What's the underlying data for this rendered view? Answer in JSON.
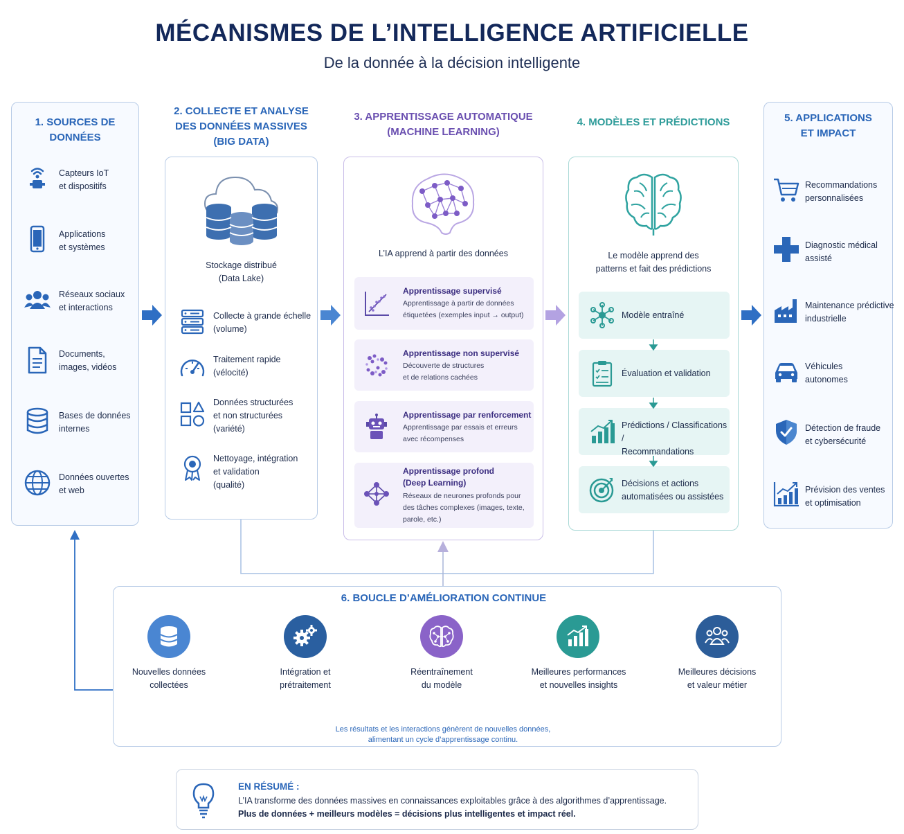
{
  "header": {
    "title": "MÉCANISMES DE L’INTELLIGENCE ARTIFICIELLE",
    "subtitle": "De la donnée à la décision intelligente"
  },
  "colors": {
    "navy": "#13285a",
    "blue": "#2a66b8",
    "purple": "#6a4fb0",
    "teal": "#2f9c9a"
  },
  "sources": {
    "title": "1. SOURCES DE DONNÉES",
    "items": [
      {
        "icon": "iot-sensor-icon",
        "line1": "Capteurs IoT",
        "line2": "et dispositifs"
      },
      {
        "icon": "smartphone-icon",
        "line1": "Applications",
        "line2": "et systèmes"
      },
      {
        "icon": "people-icon",
        "line1": "Réseaux sociaux",
        "line2": "et interactions"
      },
      {
        "icon": "document-icon",
        "line1": "Documents,",
        "line2": "images, vidéos"
      },
      {
        "icon": "database-icon",
        "line1": "Bases de données",
        "line2": "internes"
      },
      {
        "icon": "globe-icon",
        "line1": "Données ouvertes",
        "line2": "et web"
      }
    ]
  },
  "bigdata": {
    "title_l1": "2. COLLECTE ET ANALYSE",
    "title_l2": "DES DONNÉES MASSIVES",
    "title_l3": "(BIG DATA)",
    "storage_l1": "Stockage distribué",
    "storage_l2": "(Data Lake)",
    "items": [
      {
        "icon": "server-icon",
        "line1": "Collecte à grande échelle",
        "line2": "(volume)",
        "line3": ""
      },
      {
        "icon": "speedometer-icon",
        "line1": "Traitement rapide",
        "line2": "(vélocité)",
        "line3": ""
      },
      {
        "icon": "shapes-icon",
        "line1": "Données structurées",
        "line2": "et non structurées",
        "line3": "(variété)"
      },
      {
        "icon": "quality-badge-icon",
        "line1": "Nettoyage, intégration",
        "line2": "et validation",
        "line3": "(qualité)"
      }
    ]
  },
  "ml": {
    "title_l1": "3. APPRENTISSAGE AUTOMATIQUE",
    "title_l2": "(MACHINE LEARNING)",
    "caption": "L’IA apprend à partir des données",
    "cards": [
      {
        "icon": "scatter-plot-icon",
        "title1": "Apprentissage supervisé",
        "title2": "",
        "desc1": "Apprentissage à partir de données",
        "desc2": "étiquetées (exemples input → output)",
        "desc3": ""
      },
      {
        "icon": "clusters-icon",
        "title1": "Apprentissage non supervisé",
        "title2": "",
        "desc1": "Découverte de structures",
        "desc2": "et de relations cachées",
        "desc3": ""
      },
      {
        "icon": "robot-icon",
        "title1": "Apprentissage par renforcement",
        "title2": "",
        "desc1": "Apprentissage par essais et erreurs",
        "desc2": "avec récompenses",
        "desc3": ""
      },
      {
        "icon": "neural-network-icon",
        "title1": "Apprentissage profond",
        "title2": "(Deep Learning)",
        "desc1": "Réseaux de neurones profonds pour",
        "desc2": "des tâches complexes (images, texte,",
        "desc3": "parole, etc.)"
      }
    ]
  },
  "models": {
    "title": "4. MODÈLES ET PRÉDICTIONS",
    "caption_l1": "Le modèle apprend des",
    "caption_l2": "patterns et fait des prédictions",
    "cards": [
      {
        "icon": "network-node-icon",
        "line1": "Modèle entraîné",
        "line2": ""
      },
      {
        "icon": "clipboard-check-icon",
        "line1": "Évaluation et validation",
        "line2": ""
      },
      {
        "icon": "bar-chart-icon",
        "line1": "Prédictions / Classifications /",
        "line2": "Recommandations"
      },
      {
        "icon": "target-icon",
        "line1": "Décisions et actions",
        "line2": "automatisées ou assistées"
      }
    ]
  },
  "apps": {
    "title_l1": "5. APPLICATIONS",
    "title_l2": "ET IMPACT",
    "items": [
      {
        "icon": "shopping-cart-icon",
        "line1": "Recommandations",
        "line2": "personnalisées"
      },
      {
        "icon": "medical-cross-icon",
        "line1": "Diagnostic médical",
        "line2": "assisté"
      },
      {
        "icon": "factory-icon",
        "line1": "Maintenance prédictive",
        "line2": "industrielle"
      },
      {
        "icon": "car-icon",
        "line1": "Véhicules",
        "line2": "autonomes"
      },
      {
        "icon": "shield-icon",
        "line1": "Détection de fraude",
        "line2": "et cybersécurité"
      },
      {
        "icon": "growth-chart-icon",
        "line1": "Prévision des ventes",
        "line2": "et optimisation"
      }
    ]
  },
  "loop": {
    "title": "6. BOUCLE D’AMÉLIORATION CONTINUE",
    "steps": [
      {
        "icon": "database-icon",
        "color": "#4a86d2",
        "line1": "Nouvelles données",
        "line2": "collectées"
      },
      {
        "icon": "gears-icon",
        "color": "#2a5fa0",
        "line1": "Intégration et",
        "line2": "prétraitement"
      },
      {
        "icon": "brain-icon",
        "color": "#8a63c8",
        "line1": "Réentraînement",
        "line2": "du modèle"
      },
      {
        "icon": "chart-up-icon",
        "color": "#2a9a94",
        "line1": "Meilleures performances",
        "line2": "et nouvelles insights"
      },
      {
        "icon": "people-icon",
        "color": "#2c5d99",
        "line1": "Meilleures décisions",
        "line2": "et valeur métier"
      }
    ],
    "note_l1": "Les résultats et les interactions génèrent de nouvelles données,",
    "note_l2": "alimentant un cycle d’apprentissage continu."
  },
  "summary": {
    "heading": "EN RÉSUMÉ :",
    "line1": "L’IA transforme des données massives en connaissances exploitables grâce à des algorithmes d’apprentissage.",
    "line2": "Plus de données + meilleurs modèles = décisions plus intelligentes et impact réel."
  }
}
